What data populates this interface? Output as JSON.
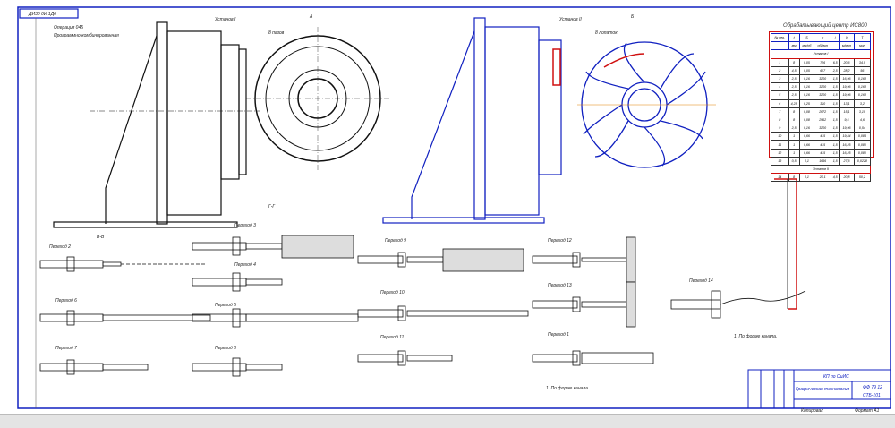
{
  "sheet": {
    "stamp": "ДИ30 0И 1Д6",
    "operation": "Операция 045",
    "operation_type": "Программно-комбинированная",
    "setup1": "Установ I",
    "setup2": "Установ II",
    "section_gg": "Г-Г",
    "section_vv": "В-В",
    "section_aa": "А",
    "view_b": "Б",
    "n_slots": "8 пазов",
    "n_blades": "8 лопаток"
  },
  "transitions": [
    "Переход 2",
    "Переход 3",
    "Переход 4",
    "Переход 5",
    "Переход 6",
    "Переход 7",
    "Переход 8",
    "Переход 9",
    "Переход 10",
    "Переход 11",
    "Переход 12",
    "Переход 13",
    "Переход 14",
    "Переход 1"
  ],
  "notes": [
    "1. По форме канала.",
    "1. По форме канала."
  ],
  "table": {
    "title": "Обрабатывающий центр ИС800",
    "headers": [
      "№ пер.",
      "t",
      "S",
      "n",
      "i",
      "V",
      "T"
    ],
    "units": [
      "",
      "мм",
      "мм/об",
      "об/мин",
      "",
      "м/мин",
      "мин"
    ],
    "section1": "Установ I",
    "rows": [
      [
        "1",
        "8",
        "0,05",
        "796",
        "6,5",
        "20,6",
        "34,5"
      ],
      [
        "2",
        "4,5",
        "0,05",
        "657",
        "2,5",
        "28,2",
        "56"
      ],
      [
        "3",
        "2,5",
        "0,16",
        "3200",
        "1,5",
        "16,96",
        "0,168"
      ],
      [
        "4",
        "2,5",
        "0,16",
        "3200",
        "1,5",
        "19,96",
        "0,168"
      ],
      [
        "5",
        "2,5",
        "0,16",
        "3200",
        "1,5",
        "19,96",
        "0,168"
      ],
      [
        "6",
        "4,25",
        "0,25",
        "320",
        "1,5",
        "13,1",
        "3,2"
      ],
      [
        "7",
        "8",
        "0,08",
        "2072",
        "1,5",
        "15,1",
        "3,15"
      ],
      [
        "8",
        "8",
        "0,08",
        "2912",
        "1,5",
        "9,5",
        "4,6"
      ],
      [
        "9",
        "2,5",
        "0,16",
        "3200",
        "1,5",
        "19,96",
        "0,54"
      ],
      [
        "10",
        "1",
        "0,66",
        "415",
        "1,5",
        "19,84",
        "0,084"
      ],
      [
        "11",
        "1",
        "0,66",
        "415",
        "1,5",
        "16,25",
        "0,080"
      ],
      [
        "12",
        "1",
        "0,66",
        "415",
        "1,5",
        "16,25",
        "0,080"
      ],
      [
        "13",
        "0,5",
        "0,1",
        "1666",
        "1,5",
        "27,6",
        "0,0228"
      ]
    ],
    "section2": "Установ II",
    "rows2": [
      [
        "14",
        "8",
        "0,1",
        "20,1",
        "4,5",
        "20,8",
        "50,2"
      ]
    ]
  },
  "title_block": {
    "project": "КП по ОиИС",
    "name": "Графическая технология",
    "code": "ФФ 79 12",
    "group": "СТБ-101",
    "copied": "Копировал",
    "format": "Формат А1"
  },
  "colors": {
    "blue": "#1020c0",
    "red": "#d01010",
    "ink": "#111111"
  }
}
